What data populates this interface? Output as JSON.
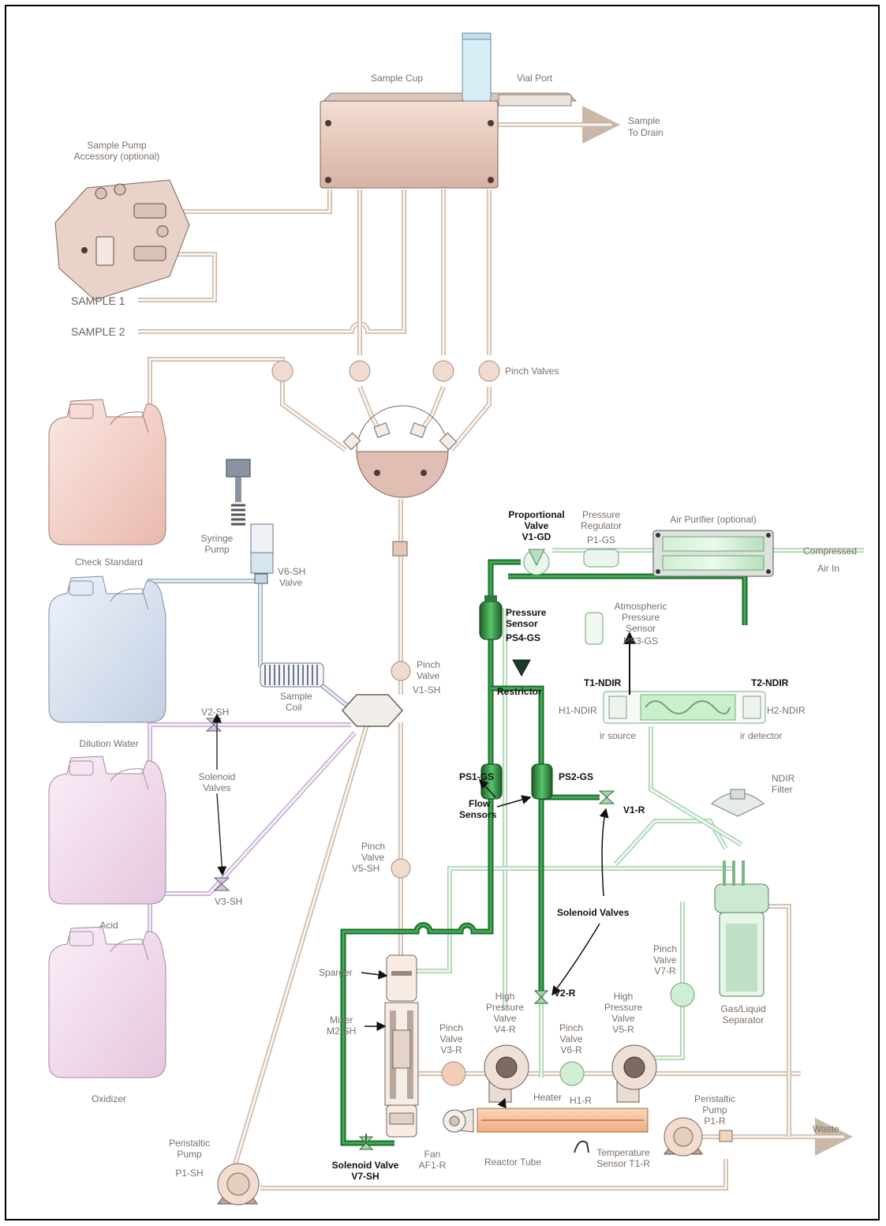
{
  "labels": {
    "sample_cup": "Sample Cup",
    "vial_port": "Vial Port",
    "sample_to_drain_1": "Sample",
    "sample_to_drain_2": "To Drain",
    "sample_pump_1": "Sample Pump",
    "sample_pump_2": "Accessory (optional)",
    "sample_1": "SAMPLE 1",
    "sample_2": "SAMPLE 2",
    "pinch_valves": "Pinch Valves",
    "check_standard": "Check Standard",
    "syringe_pump_1": "Syringe",
    "syringe_pump_2": "Pump",
    "v6_sh_1": "V6-SH",
    "v6_sh_2": "Valve",
    "dilution_water": "Dilution Water",
    "sample_coil_1": "Sample",
    "sample_coil_2": "Coil",
    "pinch_valve_v1_1": "Pinch",
    "pinch_valve_v1_2": "Valve",
    "pinch_valve_v1_3": "V1-SH",
    "v2_sh": "V2-SH",
    "solenoid_valves_left_1": "Solenoid",
    "solenoid_valves_left_2": "Valves",
    "v3_sh": "V3-SH",
    "acid": "Acid",
    "oxidizer": "Oxidizer",
    "pinch_valve_v5_1": "Pinch",
    "pinch_valve_v5_2": "Valve",
    "pinch_valve_v5_3": "V5-SH",
    "sparger": "Sparger",
    "mixer_1": "Mixer",
    "mixer_2": "M2-SH",
    "solenoid_valve_v7_1": "Solenoid Valve",
    "solenoid_valve_v7_2": "V7-SH",
    "peristaltic_left_1": "Peristaltic",
    "peristaltic_left_2": "Pump",
    "peristaltic_left_3": "P1-SH",
    "proportional_1": "Proportional",
    "proportional_2": "Valve",
    "proportional_3": "V1-GD",
    "pressure_reg_1": "Pressure",
    "pressure_reg_2": "Regulator",
    "pressure_reg_3": "P1-GS",
    "air_purifier": "Air Purifier (optional)",
    "compressed": "Compressed",
    "air_in": "Air In",
    "pressure_sensor_1": "Pressure",
    "pressure_sensor_2": "Sensor",
    "pressure_sensor_3": "PS4-GS",
    "atm_1": "Atmospheric",
    "atm_2": "Pressure",
    "atm_3": "Sensor",
    "atm_4": "PS3-GS",
    "restrictor": "Restrictor",
    "t1_ndir": "T1-NDIR",
    "t2_ndir": "T2-NDIR",
    "h1_ndir": "H1-NDIR",
    "h2_ndir": "H2-NDIR",
    "ir_source": "ir source",
    "ir_detector": "ir detector",
    "ps1_gs": "PS1-GS",
    "ps2_gs": "PS2-GS",
    "flow_sensors_1": "Flow",
    "flow_sensors_2": "Sensors",
    "ndir_filter_1": "NDIR",
    "ndir_filter_2": "Filter",
    "v1_r": "V1-R",
    "solenoid_valves_right": "Solenoid Valves",
    "v2_r": "V2-R",
    "pinch_v7r_1": "Pinch",
    "pinch_v7r_2": "Valve",
    "pinch_v7r_3": "V7-R",
    "gas_liquid_1": "Gas/Liquid",
    "gas_liquid_2": "Separator",
    "pinch_v3r_1": "Pinch",
    "pinch_v3r_2": "Valve",
    "pinch_v3r_3": "V3-R",
    "hpv_v4_1": "High",
    "hpv_v4_2": "Pressure",
    "hpv_v4_3": "Valve",
    "hpv_v4_4": "V4-R",
    "pinch_v6r_1": "Pinch",
    "pinch_v6r_2": "Valve",
    "pinch_v6r_3": "V6-R",
    "hpv_v5_1": "High",
    "hpv_v5_2": "Pressure",
    "hpv_v5_3": "Valve",
    "hpv_v5_4": "V5-R",
    "heater": "Heater",
    "heater_id": "H1-R",
    "peristaltic_right_1": "Peristaltic",
    "peristaltic_right_2": "Pump",
    "peristaltic_right_3": "P1-R",
    "waste": "Waste",
    "fan_1": "Fan",
    "fan_2": "AF1-R",
    "reactor_tube": "Reactor Tube",
    "temp_sensor_1": "Temperature",
    "temp_sensor_2": "Sensor T1-R"
  },
  "colors": {
    "liquid_tube": "#c9b7a7",
    "gas_tube": "#a8d2ae",
    "gas_tube_dark": "#1f6b2c",
    "water_tube": "#9aaabd",
    "reagent_tube": "#c3aacf"
  }
}
